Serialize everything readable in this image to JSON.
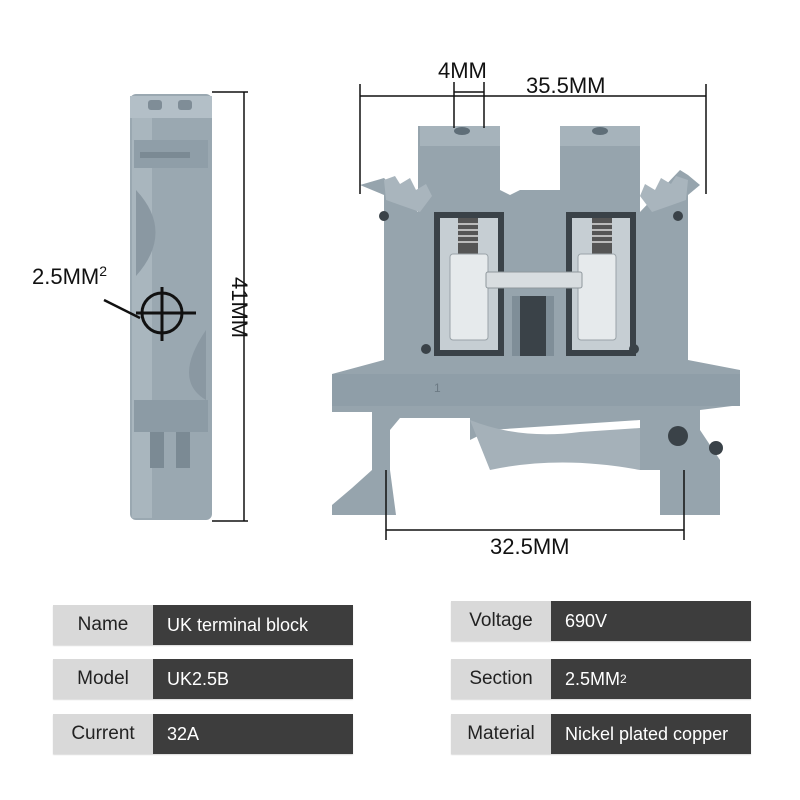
{
  "dimensions": {
    "side_section": "2.5MM",
    "side_section_sup": "2",
    "height": "41MM",
    "hole_width": "4MM",
    "top_width": "35.5MM",
    "base_width": "32.5MM"
  },
  "specs": {
    "left": [
      {
        "label": "Name",
        "value": "UK terminal block"
      },
      {
        "label": "Model",
        "value": "UK2.5B"
      },
      {
        "label": "Current",
        "value": "32A"
      }
    ],
    "right": [
      {
        "label": "Voltage",
        "value": "690V"
      },
      {
        "label": "Section",
        "value": "2.5MM",
        "sup": "2"
      },
      {
        "label": "Material",
        "value": "Nickel plated copper"
      }
    ]
  },
  "colors": {
    "block_gray": "#96a4ad",
    "block_light": "#b4c0c8",
    "block_dark": "#6f7e88",
    "label_bg": "#d9d9d9",
    "value_bg": "#3d3d3d"
  }
}
